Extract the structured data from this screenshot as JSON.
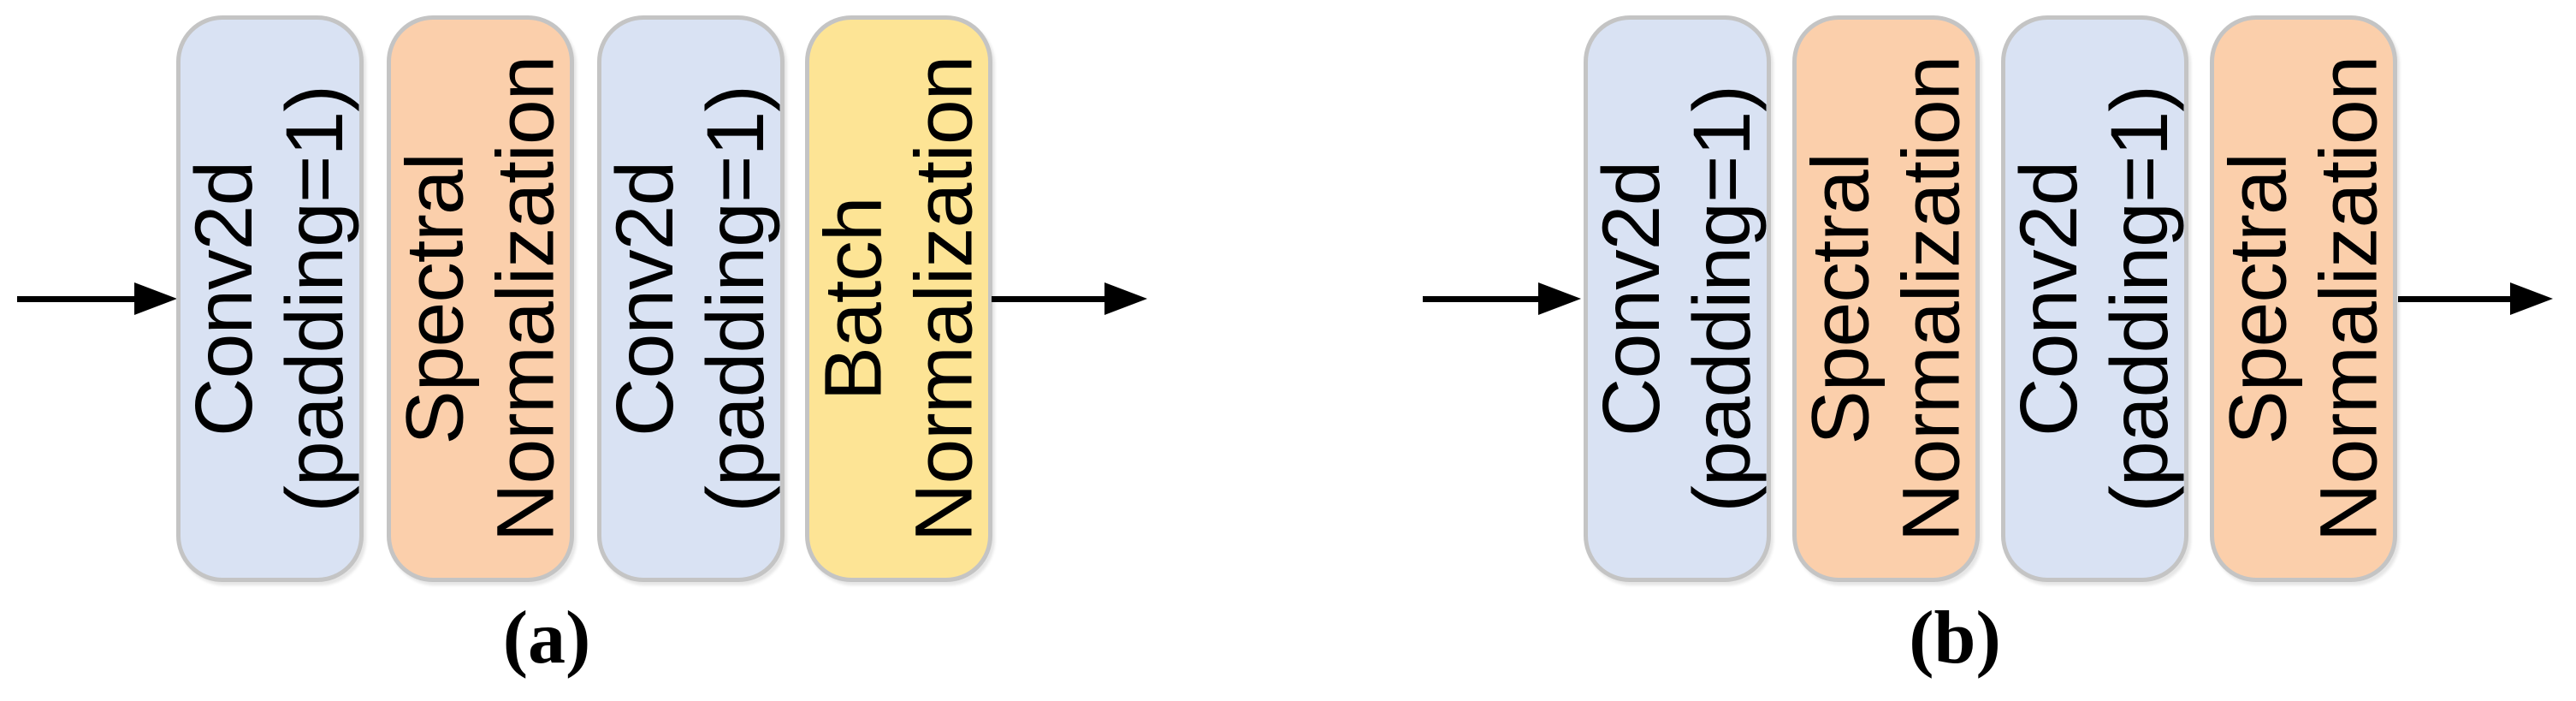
{
  "figure": {
    "description_labels": {
      "diagram_a_label": "(a)",
      "diagram_b_label": "(b)"
    }
  },
  "diagrams": [
    {
      "label": "(a)",
      "blocks": [
        {
          "text": "Conv2d\n(padding=1)",
          "type": "conv"
        },
        {
          "text": "Spectral\nNormalization",
          "type": "spectral"
        },
        {
          "text": "Conv2d\n(padding=1)",
          "type": "conv"
        },
        {
          "text": "Batch\nNormalization",
          "type": "batch"
        }
      ]
    },
    {
      "label": "(b)",
      "blocks": [
        {
          "text": "Conv2d\n(padding=1)",
          "type": "conv"
        },
        {
          "text": "Spectral\nNormalization",
          "type": "spectral"
        },
        {
          "text": "Conv2d\n(padding=1)",
          "type": "conv"
        },
        {
          "text": "Spectral\nNormalization",
          "type": "spectral"
        }
      ]
    }
  ],
  "icons": {
    "input_arrow": "right-arrow",
    "output_arrow": "right-arrow"
  },
  "colors": {
    "conv_fill": "#d9e2f3",
    "spectral_fill": "#fbcfab",
    "batch_fill": "#fde495",
    "border": "#c4c4c4",
    "arrow": "#000000"
  }
}
